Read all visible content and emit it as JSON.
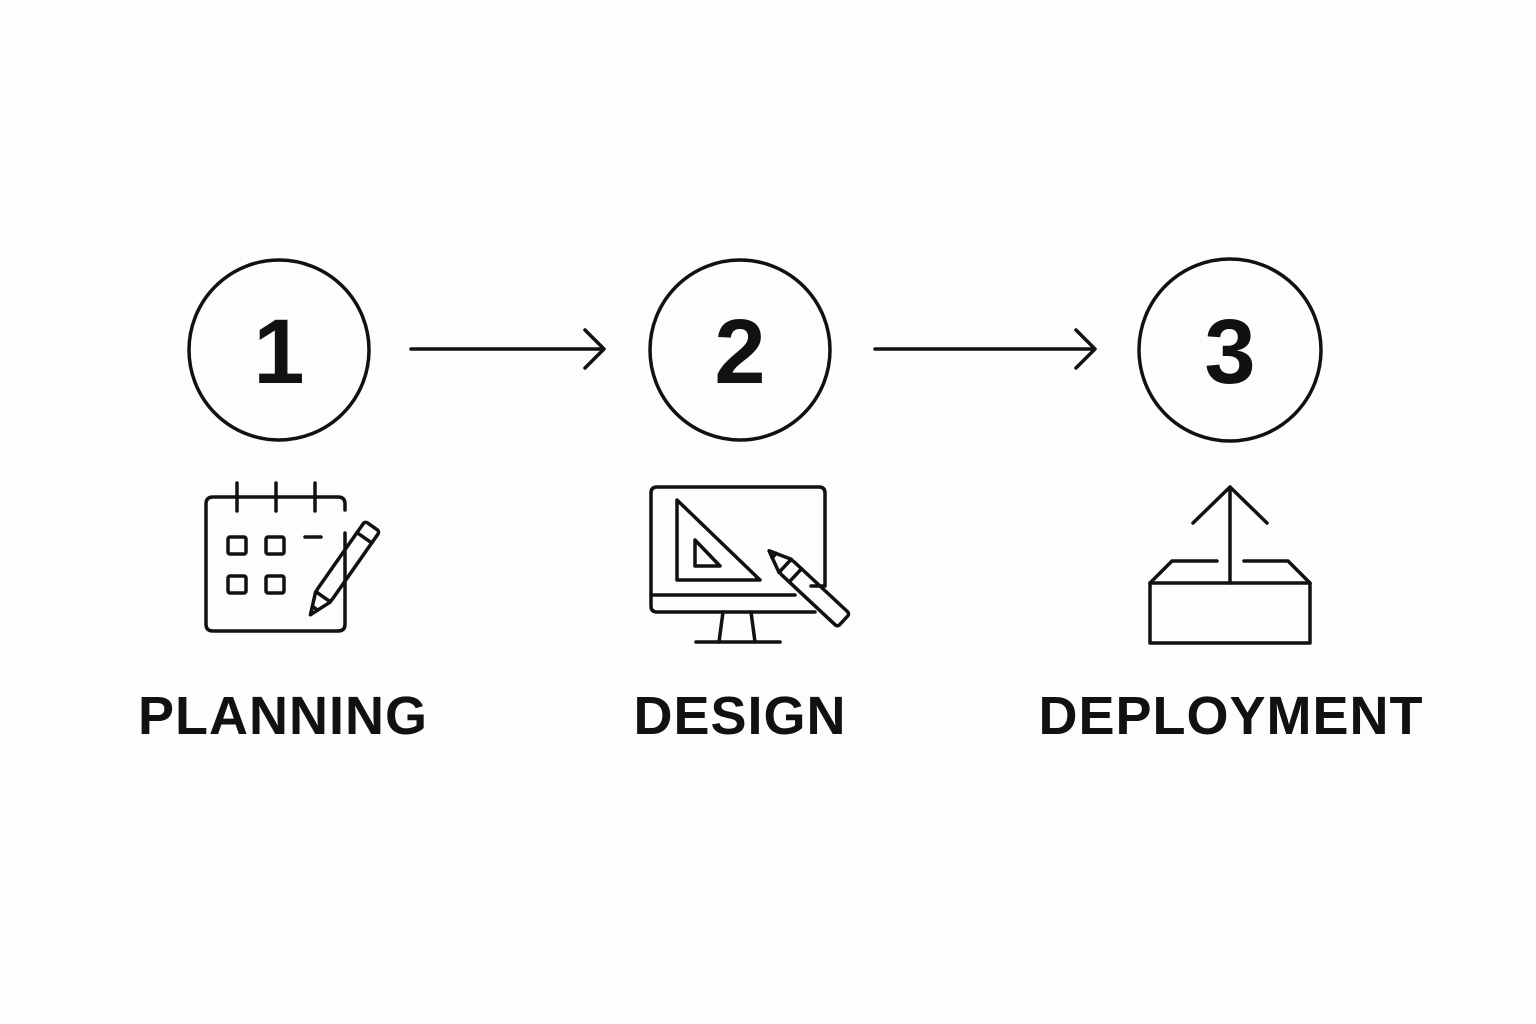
{
  "diagram": {
    "steps": [
      {
        "number": "1",
        "label": "PLANNING",
        "icon": "calendar-pencil-icon"
      },
      {
        "number": "2",
        "label": "DESIGN",
        "icon": "monitor-set-square-pencil-icon"
      },
      {
        "number": "3",
        "label": "DEPLOYMENT",
        "icon": "box-upload-arrow-icon"
      }
    ],
    "colors": {
      "background": "#fdfdfc",
      "ink": "#111111"
    }
  }
}
